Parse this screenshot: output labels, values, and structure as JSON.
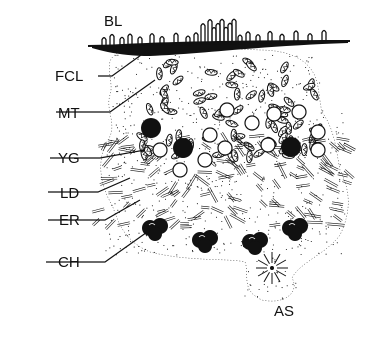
{
  "labels": {
    "bl": "BL",
    "fcl": "FCL",
    "mt": "MT",
    "yg": "YG",
    "ld": "LD",
    "er": "ER",
    "ch": "CH",
    "as": "AS"
  },
  "colors": {
    "ink": "#111111",
    "background": "#ffffff",
    "granule_hollow": "#ffffff",
    "granule_dark": "#111111"
  }
}
